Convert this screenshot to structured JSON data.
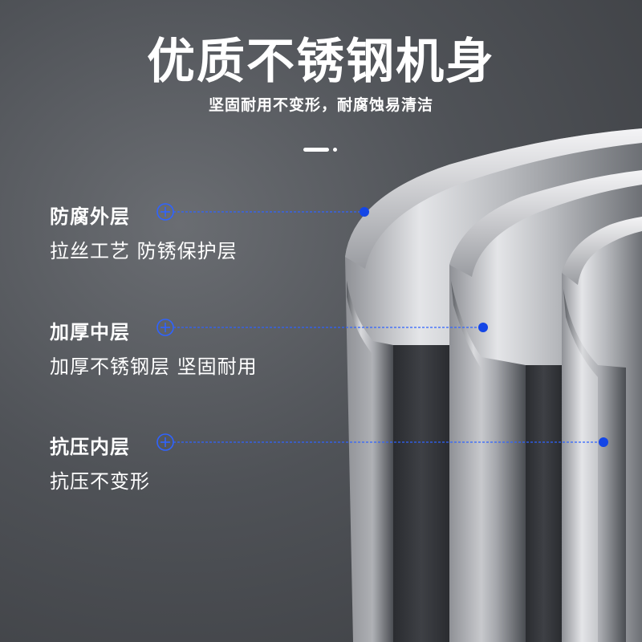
{
  "header": {
    "title": "优质不锈钢机身",
    "subtitle": "坚固耐用不变形，耐腐蚀易清洁"
  },
  "layers": [
    {
      "name": "防腐外层",
      "desc": "拉丝工艺 防锈保护层"
    },
    {
      "name": "加厚中层",
      "desc": "加厚不锈钢层 坚固耐用"
    },
    {
      "name": "抗压内层",
      "desc": "抗压不变形"
    }
  ],
  "colors": {
    "background": "#4f5257",
    "text": "#ffffff",
    "accent": "#1446e6",
    "metal": "#c8c9cc"
  },
  "icons": [
    "plus-circle-icon"
  ]
}
